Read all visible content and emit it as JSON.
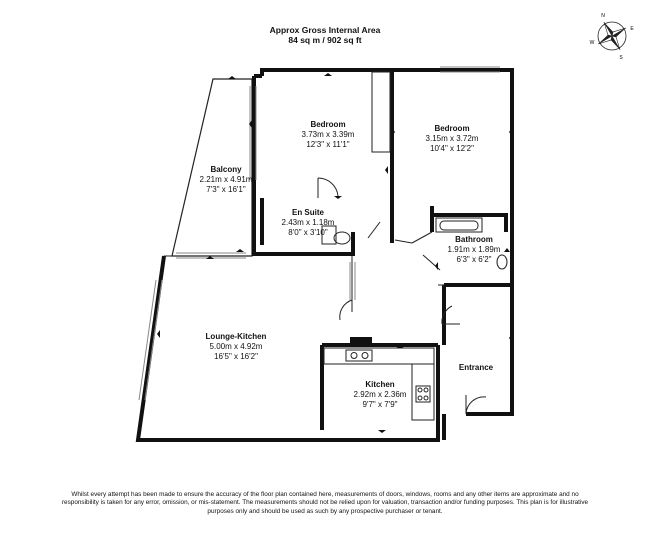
{
  "header": {
    "title": "Approx Gross Internal Area",
    "area": "84 sq m / 902 sq ft"
  },
  "compass": {
    "letters": [
      "N",
      "E",
      "S",
      "W"
    ]
  },
  "rooms": {
    "bedroom1": {
      "name": "Bedroom",
      "metric": "3.73m x 3.39m",
      "imperial": "12'3\" x 11'1\""
    },
    "bedroom2": {
      "name": "Bedroom",
      "metric": "3.15m x 3.72m",
      "imperial": "10'4\" x 12'2\""
    },
    "balcony": {
      "name": "Balcony",
      "metric": "2.21m x 4.91m",
      "imperial": "7'3\" x 16'1\""
    },
    "ensuite": {
      "name": "En Suite",
      "metric": "2.43m x 1.18m",
      "imperial": "8'0\" x 3'10\""
    },
    "bathroom": {
      "name": "Bathroom",
      "metric": "1.91m x 1.89m",
      "imperial": "6'3\" x 6'2\""
    },
    "lounge": {
      "name": "Lounge-Kitchen",
      "metric": "5.00m x 4.92m",
      "imperial": "16'5\" x 16'2\""
    },
    "kitchen": {
      "name": "Kitchen",
      "metric": "2.92m x 2.36m",
      "imperial": "9'7\" x 7'9\""
    },
    "entrance": {
      "name": "Entrance"
    }
  },
  "disclaimer": "Whilst every attempt has been made to ensure the accuracy of the floor plan contained here, measurements of doors, windows, rooms and any other items are approximate and no responsibility is taken for any error, omission, or mis-statement. The measurements should not be relied upon for valuation, transaction and/or funding purposes. This plan is for illustrative purposes only and should be used as such by any prospective purchaser or tenant.",
  "colors": {
    "wall": "#111111",
    "line": "#222222",
    "window": "#888888"
  }
}
